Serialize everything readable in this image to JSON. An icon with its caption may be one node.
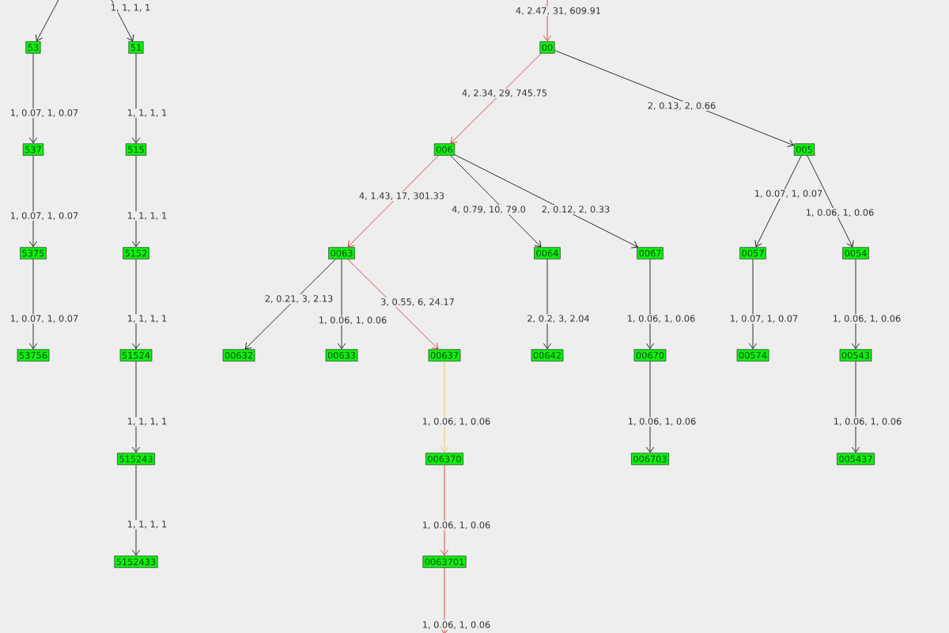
{
  "diagram": {
    "nodes": [
      {
        "text": [
          "53"
        ]
      },
      {
        "text": [
          "537"
        ]
      },
      {
        "text": [
          "5375"
        ]
      },
      {
        "text": [
          "53756"
        ]
      },
      {
        "text": [
          "51"
        ]
      },
      {
        "text": [
          "515"
        ]
      },
      {
        "text": [
          "5152"
        ]
      },
      {
        "text": [
          "51524"
        ]
      },
      {
        "text": [
          "515243"
        ]
      },
      {
        "text": [
          "5152433"
        ]
      },
      {
        "text": [
          "00"
        ]
      },
      {
        "text": [
          "006"
        ]
      },
      {
        "text": [
          "005"
        ]
      },
      {
        "text": [
          "0063"
        ]
      },
      {
        "text": [
          "0064"
        ]
      },
      {
        "text": [
          "0067"
        ]
      },
      {
        "text": [
          "0057"
        ]
      },
      {
        "text": [
          "0054"
        ]
      },
      {
        "text": [
          "00632"
        ]
      },
      {
        "text": [
          "00633"
        ]
      },
      {
        "text": [
          "00637"
        ]
      },
      {
        "text": [
          "00642"
        ]
      },
      {
        "text": [
          "00670"
        ]
      },
      {
        "text": [
          "00574"
        ]
      },
      {
        "text": [
          "00543"
        ]
      },
      {
        "text": [
          "006370"
        ]
      },
      {
        "text": [
          "006703"
        ]
      },
      {
        "text": [
          "005437"
        ]
      },
      {
        "text": [
          "0063701"
        ]
      }
    ],
    "edges": [
      {
        "from": null,
        "to": 0,
        "arrow": "to"
      },
      {
        "from": null,
        "to": 4,
        "arrow": "to",
        "label": "1, 1, 1, 1"
      },
      {
        "from": null,
        "to": 10,
        "arrow": "to",
        "label": "4, 2.47, 31, 609.91",
        "color": "#e02020"
      },
      {
        "from": 0,
        "to": 1,
        "arrow": "to",
        "label": "1, 0.07, 1, 0.07"
      },
      {
        "from": 1,
        "to": 2,
        "arrow": "to",
        "label": "1, 0.07, 1, 0.07"
      },
      {
        "from": 2,
        "to": 3,
        "arrow": "to",
        "label": "1, 0.07, 1, 0.07"
      },
      {
        "from": 4,
        "to": 5,
        "arrow": "to",
        "label": "1, 1, 1, 1"
      },
      {
        "from": 5,
        "to": 6,
        "arrow": "to",
        "label": "1, 1, 1, 1"
      },
      {
        "from": 6,
        "to": 7,
        "arrow": "to",
        "label": "1, 1, 1, 1"
      },
      {
        "from": 7,
        "to": 8,
        "arrow": "to",
        "label": "1, 1, 1, 1"
      },
      {
        "from": 8,
        "to": 9,
        "arrow": "to",
        "label": "1, 1, 1, 1"
      },
      {
        "from": 10,
        "to": 11,
        "arrow": "to",
        "label": "4, 2.34, 29, 745.75",
        "color": "#e02020"
      },
      {
        "from": 10,
        "to": 12,
        "arrow": "to",
        "label": "2, 0.13, 2, 0.66"
      },
      {
        "from": 11,
        "to": 13,
        "arrow": "to",
        "label": "4, 1.43, 17, 301.33",
        "color": "#e02020"
      },
      {
        "from": 11,
        "to": 14,
        "arrow": "to",
        "label": "4, 0.79, 10, 79.0"
      },
      {
        "from": 11,
        "to": 15,
        "arrow": "to",
        "label": "2, 0.12, 2, 0.33"
      },
      {
        "from": 12,
        "to": 16,
        "arrow": "to",
        "label": "1, 0.07, 1, 0.07"
      },
      {
        "from": 12,
        "to": 17,
        "arrow": "to",
        "label": "1, 0.06, 1, 0.06"
      },
      {
        "from": 13,
        "to": 18,
        "arrow": "to",
        "label": "2, 0.21, 3, 2.13"
      },
      {
        "from": 13,
        "to": 19,
        "arrow": "to",
        "label": "1, 0.06, 1, 0.06"
      },
      {
        "from": 13,
        "to": 20,
        "arrow": "to",
        "label": "3, 0.55, 6, 24.17",
        "color": "#e02020"
      },
      {
        "from": 14,
        "to": 21,
        "arrow": "to",
        "label": "2, 0.2, 3, 2.04"
      },
      {
        "from": 15,
        "to": 22,
        "arrow": "to",
        "label": "1, 0.06, 1, 0.06"
      },
      {
        "from": 16,
        "to": 23,
        "arrow": "to",
        "label": "1, 0.07, 1, 0.07"
      },
      {
        "from": 17,
        "to": 24,
        "arrow": "to",
        "label": "1, 0.06, 1, 0.06"
      },
      {
        "from": 20,
        "to": 25,
        "arrow": "to",
        "label": "1, 0.06, 1, 0.06",
        "color": "#e8c040"
      },
      {
        "from": 22,
        "to": 26,
        "arrow": "to",
        "label": "1, 0.06, 1, 0.06"
      },
      {
        "from": 24,
        "to": 27,
        "arrow": "to",
        "label": "1, 0.06, 1, 0.06"
      },
      {
        "from": 25,
        "to": 28,
        "arrow": "to",
        "label": "1, 0.06, 1, 0.06",
        "color": "#e02020"
      },
      {
        "from": 28,
        "to": null,
        "arrow": "to",
        "label": "1, 0.06, 1, 0.06",
        "color": "#e02020"
      }
    ]
  }
}
